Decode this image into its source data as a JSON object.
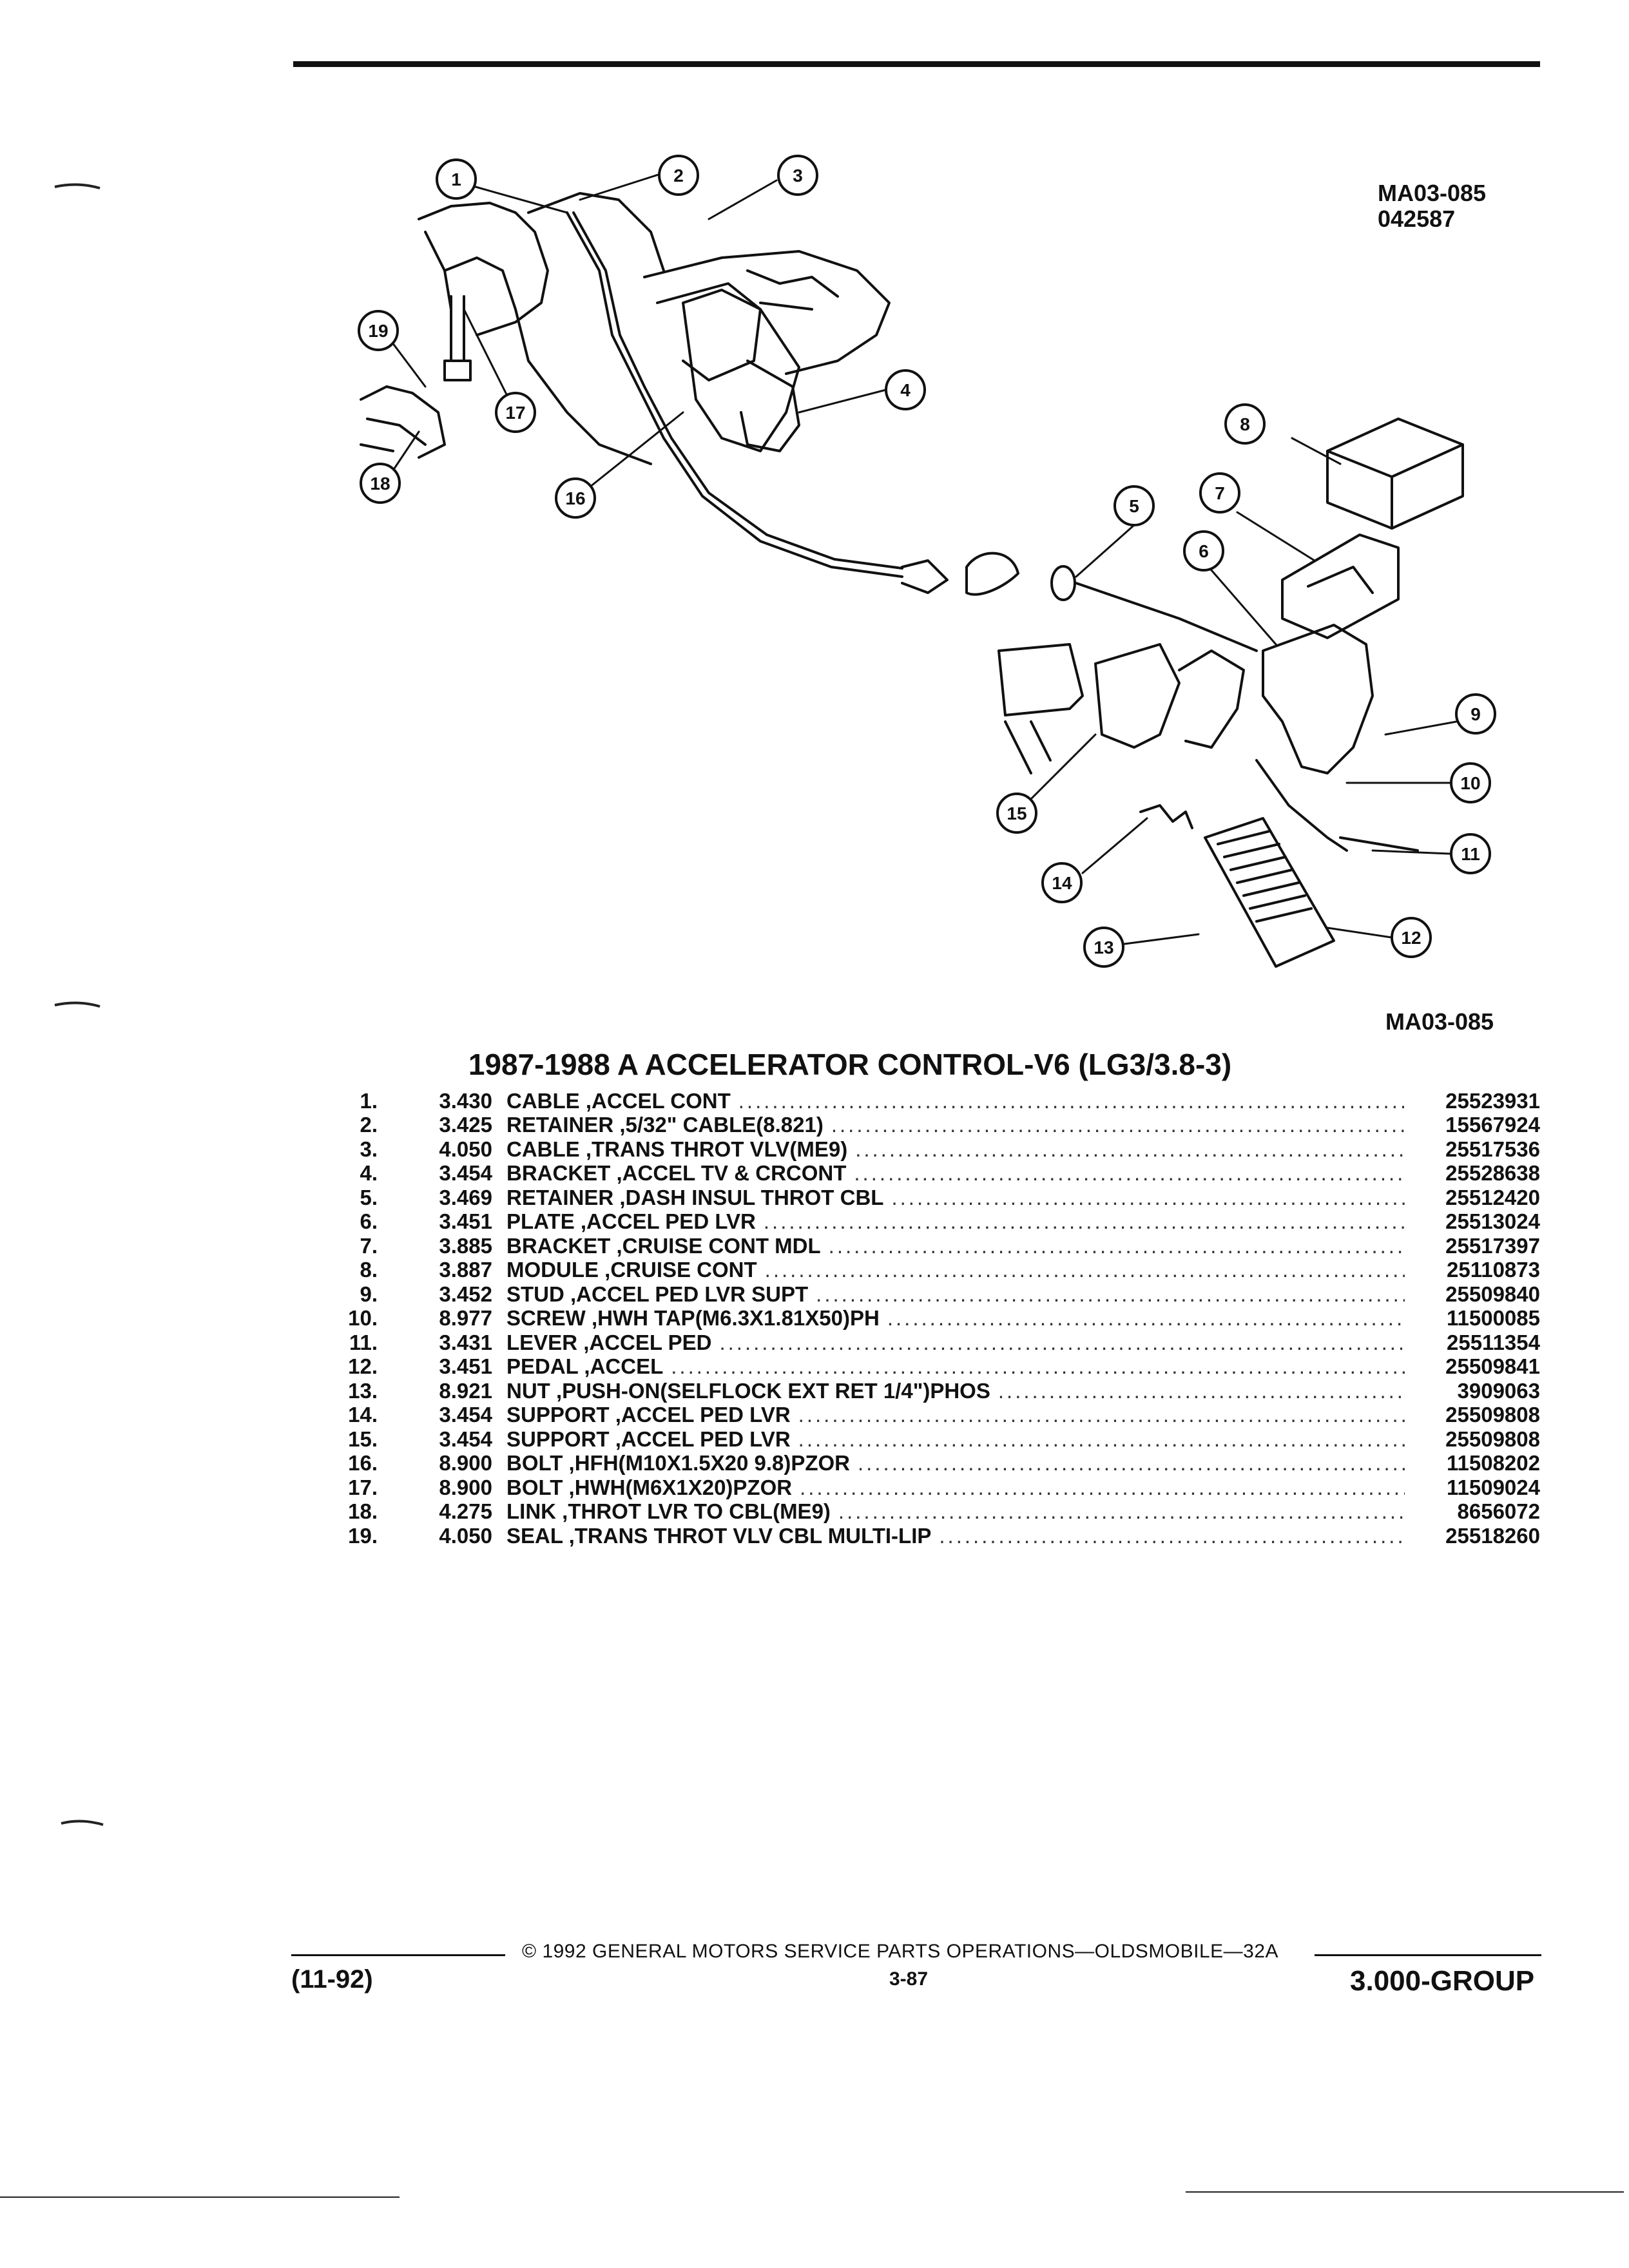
{
  "figure": {
    "id": "MA03-085",
    "code": "042587",
    "bottom_id": "MA03-085"
  },
  "callouts": [
    "1",
    "2",
    "3",
    "4",
    "5",
    "6",
    "7",
    "8",
    "9",
    "10",
    "11",
    "12",
    "13",
    "14",
    "15",
    "16",
    "17",
    "18",
    "19"
  ],
  "title": "1987-1988 A ACCELERATOR CONTROL-V6 (LG3/3.8-3)",
  "parts": [
    {
      "idx": "1.",
      "grp": "3.430",
      "desc": "CABLE ,ACCEL CONT",
      "pn": "25523931"
    },
    {
      "idx": "2.",
      "grp": "3.425",
      "desc": "RETAINER ,5/32\" CABLE(8.821)",
      "pn": "15567924"
    },
    {
      "idx": "3.",
      "grp": "4.050",
      "desc": "CABLE ,TRANS THROT VLV(ME9)",
      "pn": "25517536"
    },
    {
      "idx": "4.",
      "grp": "3.454",
      "desc": "BRACKET ,ACCEL TV & CRCONT",
      "pn": "25528638"
    },
    {
      "idx": "5.",
      "grp": "3.469",
      "desc": "RETAINER ,DASH INSUL THROT CBL",
      "pn": "25512420"
    },
    {
      "idx": "6.",
      "grp": "3.451",
      "desc": "PLATE ,ACCEL PED LVR",
      "pn": "25513024"
    },
    {
      "idx": "7.",
      "grp": "3.885",
      "desc": "BRACKET ,CRUISE CONT MDL",
      "pn": "25517397"
    },
    {
      "idx": "8.",
      "grp": "3.887",
      "desc": "MODULE ,CRUISE CONT",
      "pn": "25110873"
    },
    {
      "idx": "9.",
      "grp": "3.452",
      "desc": "STUD ,ACCEL PED LVR SUPT",
      "pn": "25509840"
    },
    {
      "idx": "10.",
      "grp": "8.977",
      "desc": "SCREW ,HWH TAP(M6.3X1.81X50)PH",
      "pn": "11500085"
    },
    {
      "idx": "11.",
      "grp": "3.431",
      "desc": "LEVER ,ACCEL PED",
      "pn": "25511354"
    },
    {
      "idx": "12.",
      "grp": "3.451",
      "desc": "PEDAL ,ACCEL",
      "pn": "25509841"
    },
    {
      "idx": "13.",
      "grp": "8.921",
      "desc": "NUT ,PUSH-ON(SELFLOCK EXT RET 1/4\")PHOS",
      "pn": "3909063"
    },
    {
      "idx": "14.",
      "grp": "3.454",
      "desc": "SUPPORT ,ACCEL PED LVR",
      "pn": "25509808"
    },
    {
      "idx": "15.",
      "grp": "3.454",
      "desc": "SUPPORT ,ACCEL PED LVR",
      "pn": "25509808"
    },
    {
      "idx": "16.",
      "grp": "8.900",
      "desc": "BOLT ,HFH(M10X1.5X20 9.8)PZOR",
      "pn": "11508202"
    },
    {
      "idx": "17.",
      "grp": "8.900",
      "desc": "BOLT ,HWH(M6X1X20)PZOR",
      "pn": "11509024"
    },
    {
      "idx": "18.",
      "grp": "4.275",
      "desc": "LINK ,THROT LVR TO CBL(ME9)",
      "pn": "8656072"
    },
    {
      "idx": "19.",
      "grp": "4.050",
      "desc": "SEAL ,TRANS THROT VLV CBL MULTI-LIP",
      "pn": "25518260"
    }
  ],
  "footer": {
    "copyright": "© 1992 GENERAL MOTORS SERVICE PARTS OPERATIONS—OLDSMOBILE—32A",
    "page": "3-87",
    "date": "(11-92)",
    "group": "3.000-GROUP"
  }
}
